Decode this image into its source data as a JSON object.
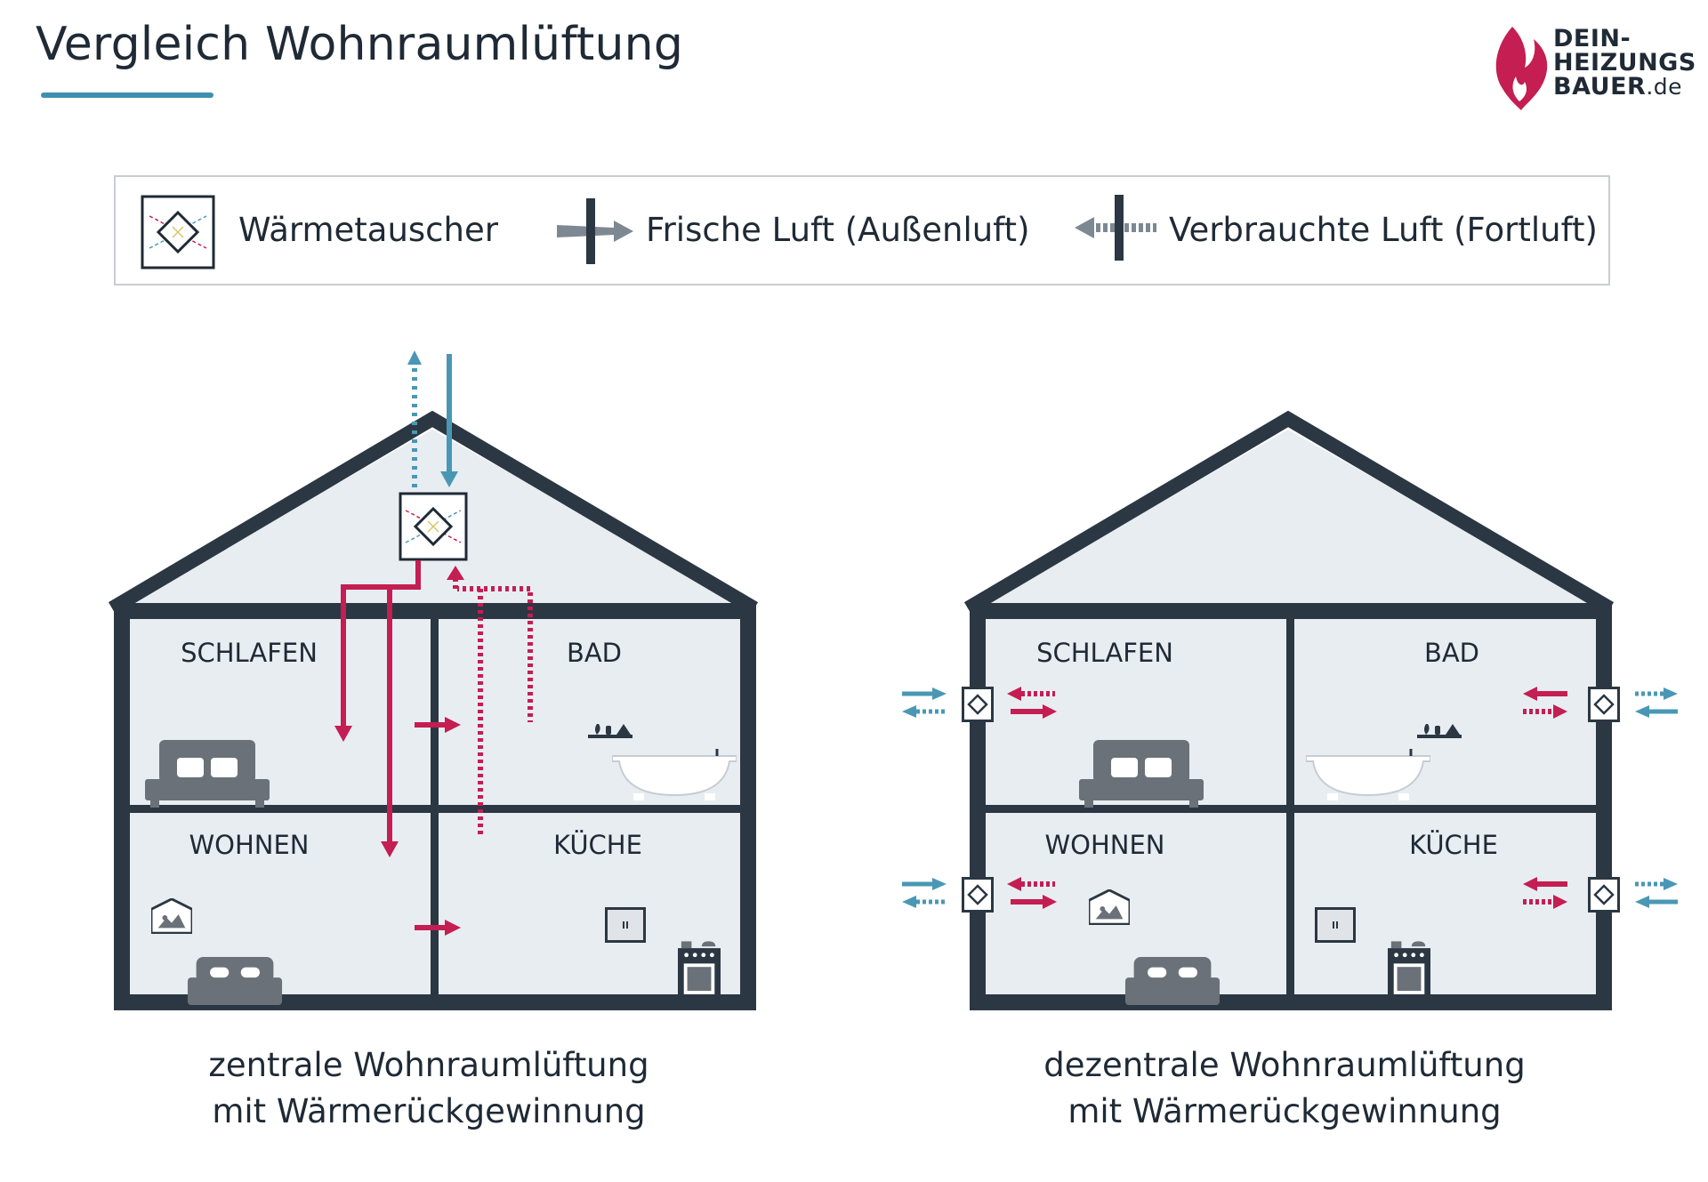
{
  "title": "Vergleich Wohnraumlüftung",
  "logo": {
    "line1": "DEIN-",
    "line2": "HEIZUNGS",
    "line3": "BAUER",
    "line3_suffix": ".de"
  },
  "legend": {
    "items": [
      {
        "label": "Wärmetauscher",
        "icon": "heat-exchanger-icon"
      },
      {
        "label": "Frische Luft (Außenluft)",
        "icon": "fresh-air-arrow-icon"
      },
      {
        "label": "Verbrauchte Luft (Fortluft)",
        "icon": "exhaust-air-arrow-icon"
      }
    ]
  },
  "colors": {
    "structure": "#2b3743",
    "fresh_air": "#4a97b5",
    "supply_air": "#c41e52",
    "interior": "#e8edf2",
    "heat_exchanger_border": "#1f2a36"
  },
  "left_house": {
    "caption_line1": "zentrale Wohnraumlüftung",
    "caption_line2": "mit Wärmerückgewinnung",
    "rooms": {
      "top_left": "SCHLAFEN",
      "top_right": "BAD",
      "bottom_left": "WOHNEN",
      "bottom_right": "KÜCHE"
    }
  },
  "right_house": {
    "caption_line1": "dezentrale Wohnraumlüftung",
    "caption_line2": "mit Wärmerückgewinnung",
    "rooms": {
      "top_left": "SCHLAFEN",
      "top_right": "BAD",
      "bottom_left": "WOHNEN",
      "bottom_right": "KÜCHE"
    }
  }
}
